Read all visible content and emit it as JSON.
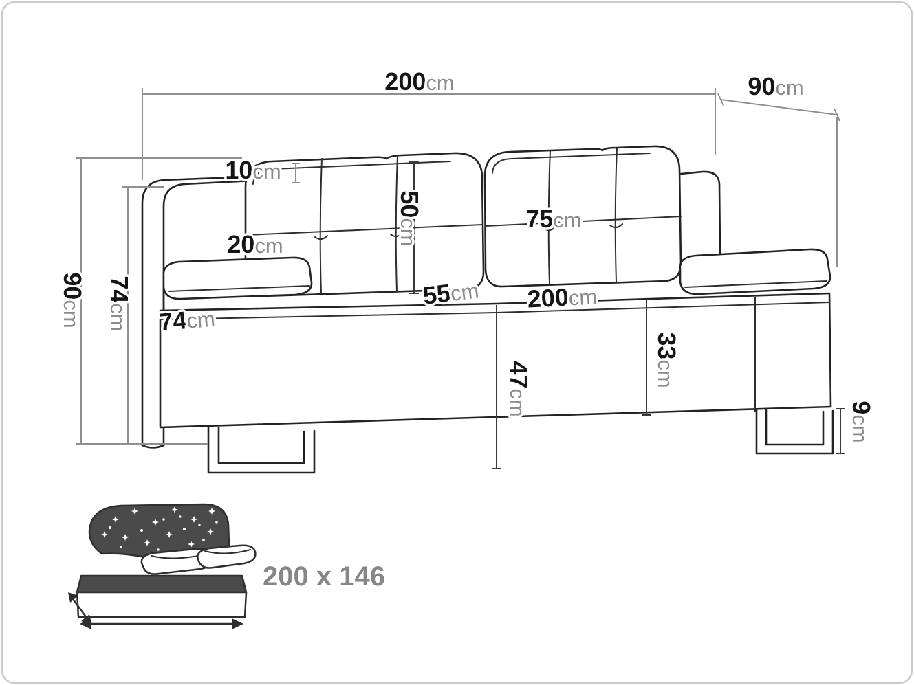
{
  "page": {
    "background": "#ffffff",
    "border_color": "#cbcbcb",
    "ink_color": "#232323",
    "dim_line_color": "#8f8f8f",
    "number_color": "#151515",
    "unit_color": "#8b8b8b",
    "icon_fill_color": "#4a4a4a",
    "sleep_label_color": "#868686"
  },
  "diagram": {
    "type": "furniture-dimension-drawing",
    "subject": "sofa-bed",
    "dimensions": {
      "overall_width": {
        "value": "200",
        "unit": "cm"
      },
      "overall_depth": {
        "value": "90",
        "unit": "cm"
      },
      "overall_height": {
        "value": "90",
        "unit": "cm"
      },
      "backrest_height": {
        "value": "74",
        "unit": "cm"
      },
      "backrest_top": {
        "value": "10",
        "unit": "cm"
      },
      "armrest_width": {
        "value": "20",
        "unit": "cm"
      },
      "back_cushion_height": {
        "value": "50",
        "unit": "cm"
      },
      "back_cushion_width": {
        "value": "75",
        "unit": "cm"
      },
      "seat_depth": {
        "value": "55",
        "unit": "cm"
      },
      "seat_width": {
        "value": "200",
        "unit": "cm"
      },
      "armrest_depth": {
        "value": "74",
        "unit": "cm"
      },
      "seat_height": {
        "value": "47",
        "unit": "cm"
      },
      "base_height": {
        "value": "33",
        "unit": "cm"
      },
      "leg_height": {
        "value": "9",
        "unit": "cm"
      }
    },
    "sleeping_area": {
      "label": "200 x 146"
    }
  }
}
